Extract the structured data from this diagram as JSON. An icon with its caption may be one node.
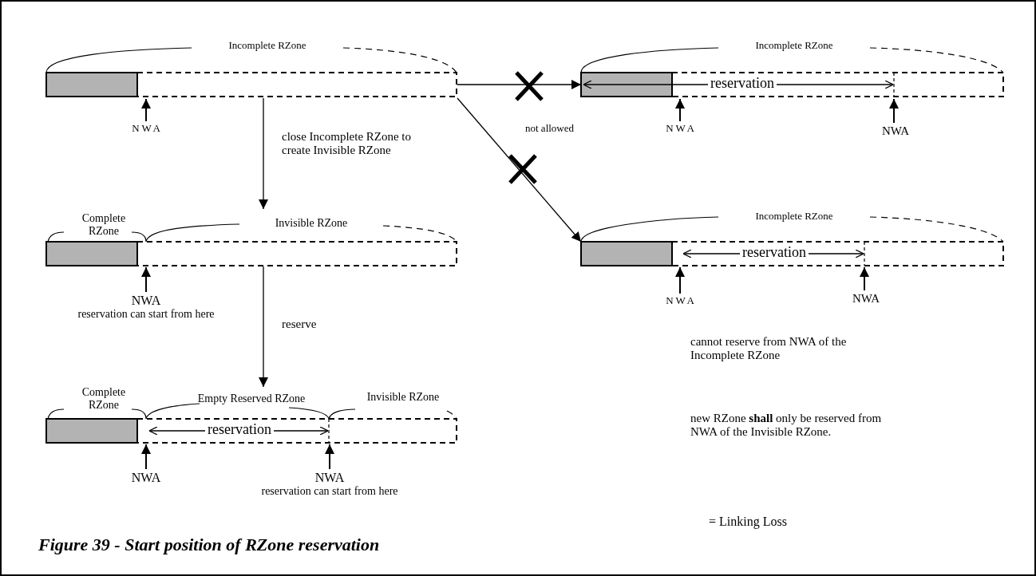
{
  "diagram": {
    "caption": "Figure 39 - Start position of RZone reservation",
    "nodes": [
      {
        "text": [],
        "shape": "bar"
      },
      {
        "text": [],
        "shape": "bar"
      },
      {
        "text": [],
        "shape": "bar"
      },
      {
        "text": [],
        "shape": "bar"
      },
      {
        "text": [],
        "shape": "bar"
      },
      {
        "text": [
          "NWA"
        ]
      },
      {
        "text": [
          "NWA"
        ]
      },
      {
        "text": [
          "NWA"
        ]
      },
      {
        "text": [
          "NWA",
          "reservation can start from here"
        ]
      },
      {
        "text": [
          "NWA"
        ]
      },
      {
        "text": [
          "NWA"
        ]
      },
      {
        "text": [
          "NWA"
        ]
      },
      {
        "text": [
          "NWA",
          "reservation can start from here"
        ]
      }
    ],
    "edges": [
      {
        "from": 0,
        "to": 2,
        "arrow": "to",
        "label": "close Incomplete RZone to create Invisible RZone"
      },
      {
        "from": 0,
        "to": 1,
        "arrow": "to"
      },
      {
        "from": 0,
        "to": 3,
        "arrow": "to"
      },
      {
        "from": 2,
        "to": 4,
        "arrow": "to",
        "label": "reserve"
      },
      {
        "from": 5,
        "to": 0,
        "arrow": "to"
      },
      {
        "from": 6,
        "to": 1,
        "arrow": "to"
      },
      {
        "from": 7,
        "to": 1,
        "arrow": "to"
      },
      {
        "from": 8,
        "to": 2,
        "arrow": "to"
      },
      {
        "from": 9,
        "to": 3,
        "arrow": "to"
      },
      {
        "from": 10,
        "to": 3,
        "arrow": "to"
      },
      {
        "from": 11,
        "to": 4,
        "arrow": "to"
      },
      {
        "from": 12,
        "to": 4,
        "arrow": "to"
      }
    ],
    "labels": [
      "Incomplete RZone",
      "Incomplete RZone",
      "not allowed",
      "reservation",
      "Complete RZone",
      "Invisible RZone",
      "Incomplete RZone",
      "reservation",
      "cannot reserve from NWA of the Incomplete RZone",
      "Complete RZone",
      "Empty Reserved RZone",
      "Invisible RZone",
      "reservation",
      "new RZone **shall** only be reserved from NWA of the Invisible RZone.",
      "= Linking Loss"
    ]
  }
}
